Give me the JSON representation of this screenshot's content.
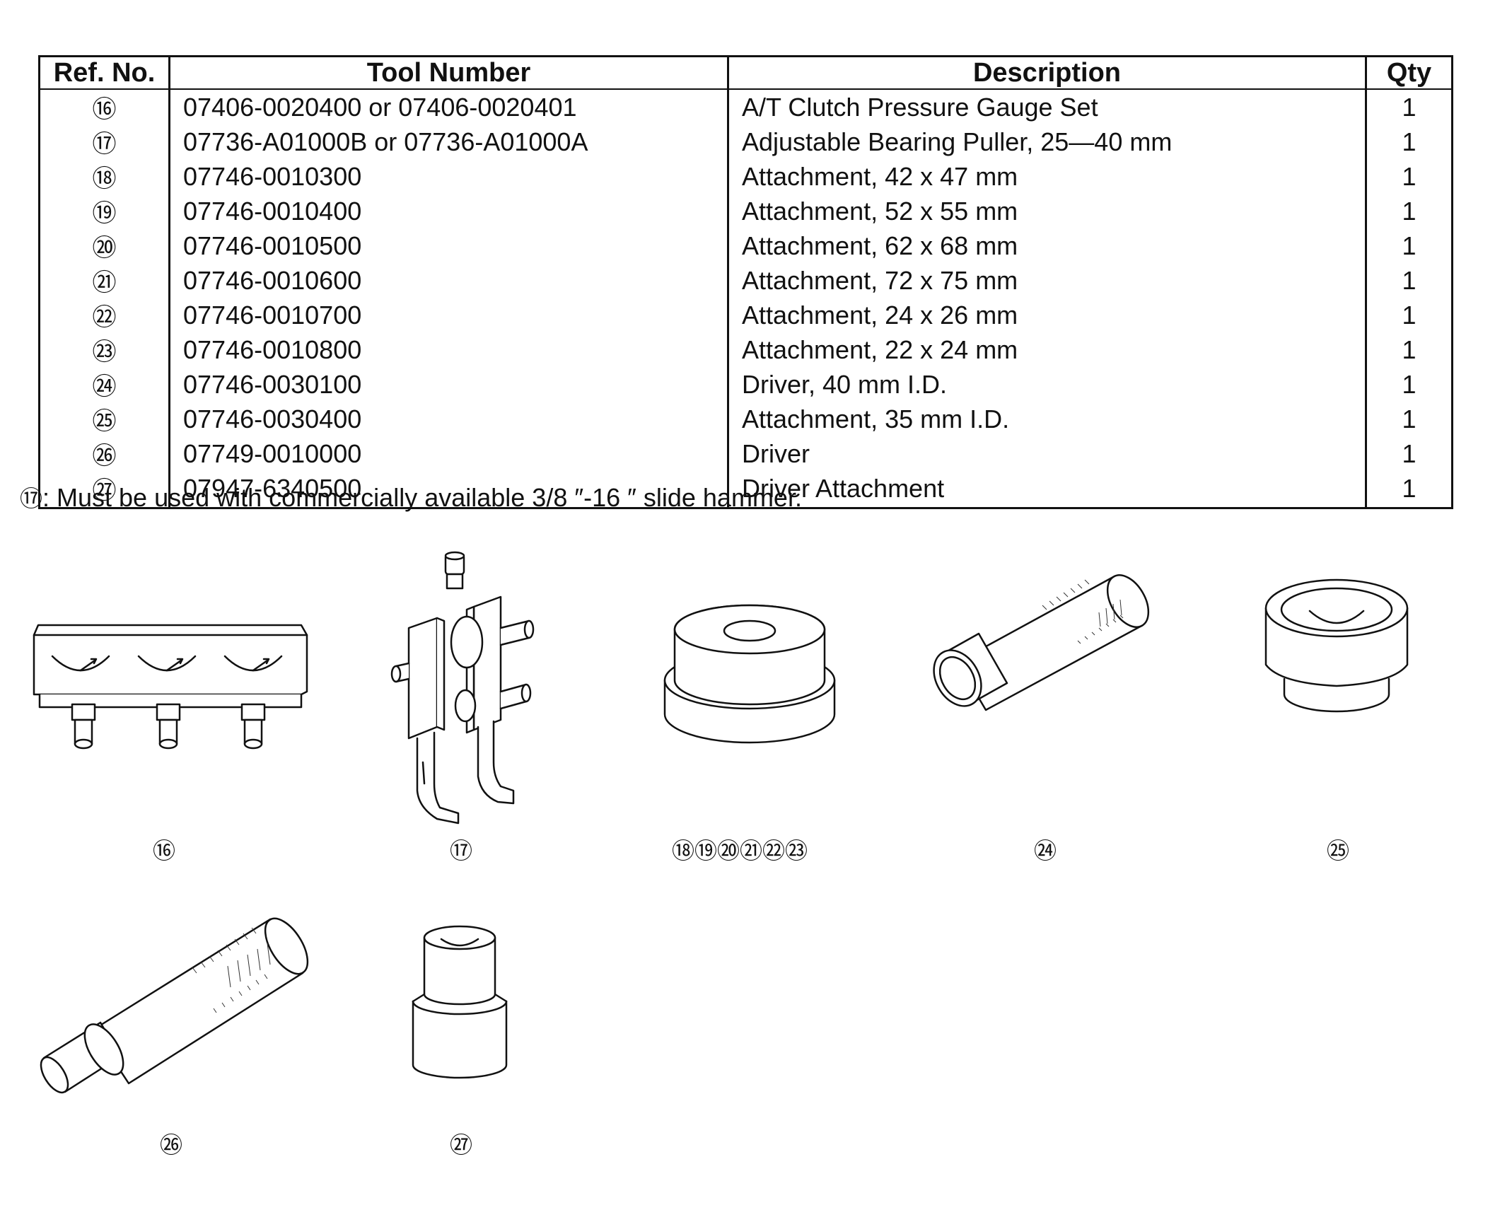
{
  "table": {
    "headers": {
      "ref": "Ref. No.",
      "tool": "Tool Number",
      "desc": "Description",
      "qty": "Qty"
    },
    "rows": [
      {
        "ref": "⑯",
        "tool": "07406-0020400 or 07406-0020401",
        "desc": "A/T Clutch Pressure Gauge Set",
        "qty": "1"
      },
      {
        "ref": "⑰",
        "tool": "07736-A01000B or 07736-A01000A",
        "desc": "Adjustable Bearing Puller, 25—40 mm",
        "qty": "1"
      },
      {
        "ref": "⑱",
        "tool": "07746-0010300",
        "desc": "Attachment, 42 x 47 mm",
        "qty": "1"
      },
      {
        "ref": "⑲",
        "tool": "07746-0010400",
        "desc": "Attachment, 52 x 55 mm",
        "qty": "1"
      },
      {
        "ref": "⑳",
        "tool": "07746-0010500",
        "desc": "Attachment, 62 x 68 mm",
        "qty": "1"
      },
      {
        "ref": "㉑",
        "tool": "07746-0010600",
        "desc": "Attachment, 72 x 75 mm",
        "qty": "1"
      },
      {
        "ref": "㉒",
        "tool": "07746-0010700",
        "desc": "Attachment, 24 x 26 mm",
        "qty": "1"
      },
      {
        "ref": "㉓",
        "tool": "07746-0010800",
        "desc": "Attachment, 22 x 24 mm",
        "qty": "1"
      },
      {
        "ref": "㉔",
        "tool": "07746-0030100",
        "desc": "Driver, 40 mm I.D.",
        "qty": "1"
      },
      {
        "ref": "㉕",
        "tool": "07746-0030400",
        "desc": "Attachment, 35 mm I.D.",
        "qty": "1"
      },
      {
        "ref": "㉖",
        "tool": "07749-0010000",
        "desc": "Driver",
        "qty": "1"
      },
      {
        "ref": "㉗",
        "tool": "07947-6340500",
        "desc": "Driver Attachment",
        "qty": "1"
      }
    ]
  },
  "note": {
    "ref": "⑰",
    "text": ":  Must be used with commercially available 3/8 ″-16 ″ slide hammer."
  },
  "figures": [
    {
      "caption": "⑯",
      "icon": "pressure-gauge-set-illustration"
    },
    {
      "caption": "⑰",
      "icon": "bearing-puller-illustration"
    },
    {
      "caption": "⑱⑲⑳㉑㉒㉓",
      "icon": "attachment-illustration"
    },
    {
      "caption": "㉔",
      "icon": "driver-illustration"
    },
    {
      "caption": "㉕",
      "icon": "attachment-id-illustration"
    },
    {
      "caption": "㉖",
      "icon": "driver-handle-illustration"
    },
    {
      "caption": "㉗",
      "icon": "driver-attachment-illustration"
    }
  ]
}
